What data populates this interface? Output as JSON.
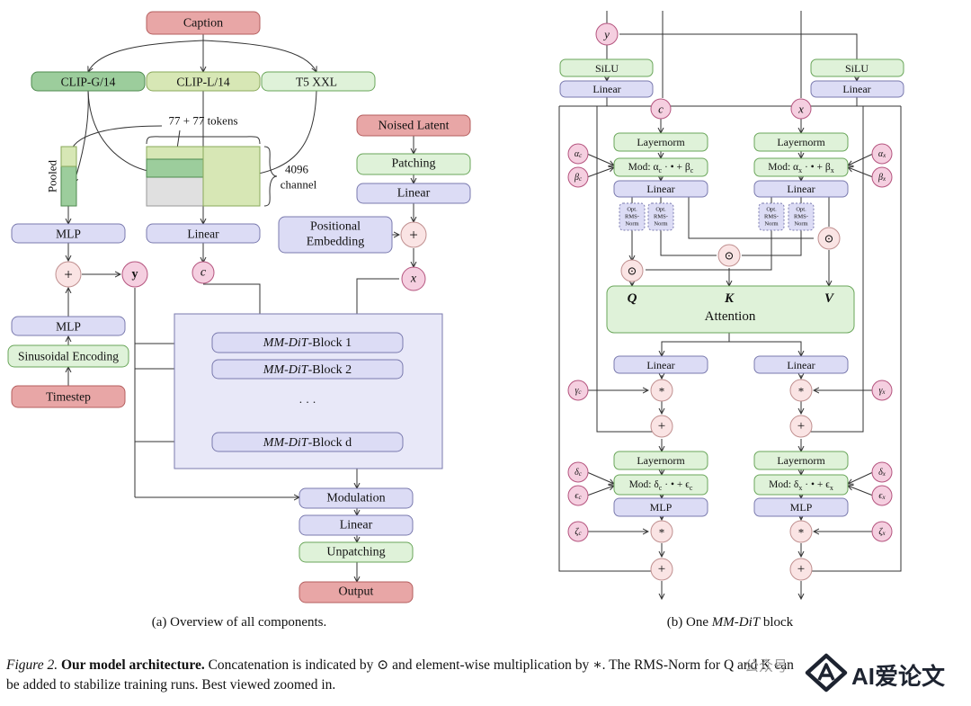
{
  "panel_a": {
    "caption": "(a) Overview of all components.",
    "caption_box": "Caption",
    "encoders": [
      "CLIP-G/14",
      "CLIP-L/14",
      "T5 XXL"
    ],
    "tokens_label": "77 + 77 tokens",
    "channel_label_1": "4096",
    "channel_label_2": "channel",
    "pooled_label": "Pooled",
    "mlp_top": "MLP",
    "linear_c": "Linear",
    "c_symbol": "c",
    "plus_symbol": "+",
    "y_symbol": "y",
    "mlp_bottom": "MLP",
    "sinusoidal": "Sinusoidal Encoding",
    "timestep": "Timestep",
    "noised_latent": "Noised Latent",
    "patching": "Patching",
    "linear_x": "Linear",
    "pos_emb_1": "Positional",
    "pos_emb_2": "Embedding",
    "x_symbol": "x",
    "block_prefix": "MM-DiT",
    "blocks": [
      "-Block 1",
      "-Block 2",
      "-Block d"
    ],
    "ellipsis": "· · ·",
    "modulation": "Modulation",
    "linear_out": "Linear",
    "unpatching": "Unpatching",
    "output": "Output"
  },
  "panel_b": {
    "caption_prefix": "(b) One ",
    "caption_italic": "MM-DiT",
    "caption_suffix": " block",
    "y_symbol": "y",
    "silu": "SiLU",
    "linear": "Linear",
    "c_symbol": "c",
    "x_symbol": "x",
    "layernorm": "Layernorm",
    "mod_c_1": "Mod: α",
    "mod_c_2": "c",
    "mod_c_3": " · • + β",
    "mod_x_2": "x",
    "opt_norm": [
      "Opt.",
      "RMS-",
      "Norm"
    ],
    "concat_symbol": "⊙",
    "mul_symbol": "*",
    "plus_symbol": "+",
    "q": "Q",
    "k": "K",
    "v": "V",
    "attention": "Attention",
    "mod2_c_1": "Mod: δ",
    "mod2_c_3": " · • + ϵ",
    "mlp": "MLP",
    "greek_alpha": "α",
    "greek_beta": "β",
    "greek_gamma": "γ",
    "greek_delta": "δ",
    "greek_eps": "ϵ",
    "greek_zeta": "ζ"
  },
  "figure_caption": {
    "label": "Figure 2.",
    "title": "Our model architecture.",
    "text": " Concatenation is indicated by ⊙ and element-wise multiplication by ∗. The RMS-Norm for Q and K can be added to stabilize training runs. Best viewed zoomed in."
  },
  "watermark": "公众号",
  "logo_text": "AI爱论文",
  "colors": {
    "red_fill": "#e8a6a6",
    "red_stroke": "#b55f5f",
    "green_fill": "#dff2d9",
    "green_stroke": "#6aa65a",
    "dgreen_fill": "#9ccd9c",
    "dgreen_stroke": "#4e8a4e",
    "lgreen_fill": "#d7e7b5",
    "lgreen_stroke": "#8aa85a",
    "lav_fill": "#dcdcf5",
    "lav_stroke": "#7a7aae",
    "pink_fill": "#f5cfe0",
    "pink_stroke": "#b5557f",
    "plus_fill": "#fae4e4",
    "plus_stroke": "#c09090",
    "block_bg": "#e8e8f8",
    "block_stroke": "#7a7aae",
    "gray": "#e0e0e0"
  }
}
